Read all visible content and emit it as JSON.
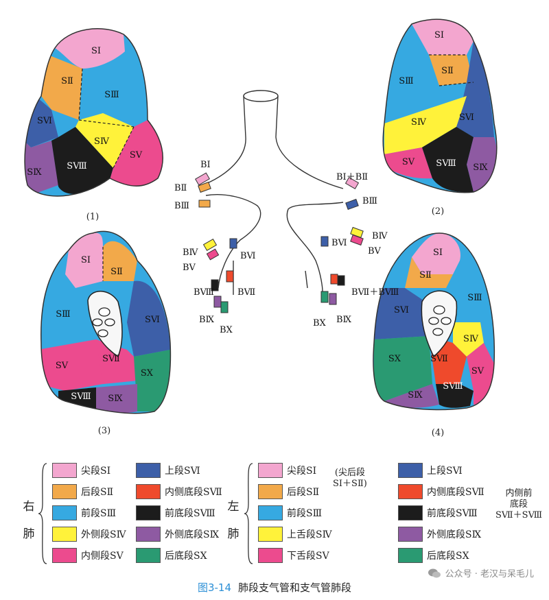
{
  "diagram": {
    "panel_labels": [
      "(1)",
      "(2)",
      "(3)",
      "(4)"
    ],
    "right_lung_segments": {
      "s1": "SⅠ",
      "s2": "SⅡ",
      "s3": "SⅢ",
      "s4": "SⅣ",
      "s5": "SⅤ",
      "s6": "SⅥ",
      "s7": "SⅦ",
      "s8": "SⅧ",
      "s9": "SⅨ",
      "s10": "SⅩ"
    },
    "left_lung_segments": {
      "s1": "SⅠ",
      "s2": "SⅡ",
      "s3": "SⅢ",
      "s4": "SⅣ",
      "s5": "SⅤ",
      "s6": "SⅥ",
      "s7": "SⅦ",
      "s8": "SⅧ",
      "s9": "SⅨ",
      "s10": "SⅩ"
    },
    "bronchi_right": [
      "BⅠ",
      "BⅡ",
      "BⅢ",
      "BⅣ",
      "BⅤ",
      "BⅥ",
      "BⅦ",
      "BⅧ",
      "BⅨ",
      "BⅩ"
    ],
    "bronchi_left": [
      "BⅠ＋BⅡ",
      "BⅢ",
      "BⅣ",
      "BⅤ",
      "BⅥ",
      "BⅦ＋BⅧ",
      "BⅨ",
      "BⅩ"
    ]
  },
  "colors": {
    "s1": "#f3a6cf",
    "s2": "#f2a94a",
    "s3": "#36a9e1",
    "s4": "#fff23a",
    "s5": "#ec4b8e",
    "s6": "#3d5fa8",
    "s7": "#ef4a2c",
    "s8": "#1c1c1c",
    "s9": "#8e5aa2",
    "s10": "#2a9a72"
  },
  "legend": {
    "right": {
      "side_label": [
        "右",
        "肺"
      ],
      "items": [
        {
          "label": "尖段SⅠ",
          "color": "s1"
        },
        {
          "label": "后段SⅡ",
          "color": "s2"
        },
        {
          "label": "前段SⅢ",
          "color": "s3"
        },
        {
          "label": "外侧段SⅣ",
          "color": "s4"
        },
        {
          "label": "内侧段SⅤ",
          "color": "s5"
        },
        {
          "label": "上段SⅥ",
          "color": "s6"
        },
        {
          "label": "内侧底段SⅦ",
          "color": "s7"
        },
        {
          "label": "前底段SⅧ",
          "color": "s8"
        },
        {
          "label": "外侧底段SⅨ",
          "color": "s9"
        },
        {
          "label": "后底段SⅩ",
          "color": "s10"
        }
      ]
    },
    "left": {
      "side_label": [
        "左",
        "肺"
      ],
      "items": [
        {
          "label": "尖段SⅠ",
          "color": "s1"
        },
        {
          "label": "后段SⅡ",
          "color": "s2"
        },
        {
          "label": "前段SⅢ",
          "color": "s3"
        },
        {
          "label": "上舌段SⅣ",
          "color": "s4"
        },
        {
          "label": "下舌段SⅤ",
          "color": "s5"
        },
        {
          "label": "上段SⅥ",
          "color": "s6"
        },
        {
          "label": "内侧底段SⅦ",
          "color": "s7"
        },
        {
          "label": "前底段SⅧ",
          "color": "s8"
        },
        {
          "label": "外侧底段SⅨ",
          "color": "s9"
        },
        {
          "label": "后底段SⅩ",
          "color": "s10"
        }
      ],
      "note_apicoposterior": [
        "(尖后段",
        "SⅠ＋SⅡ)"
      ],
      "note_anteromedial": [
        "内侧前",
        "底段",
        "SⅦ＋SⅧ"
      ]
    }
  },
  "caption": {
    "figure_number": "图3-14",
    "title": "肺段支气管和支气管肺段"
  },
  "watermark": {
    "text": "公众号 · 老汉与呆毛儿",
    "icon": "wechat-icon"
  }
}
